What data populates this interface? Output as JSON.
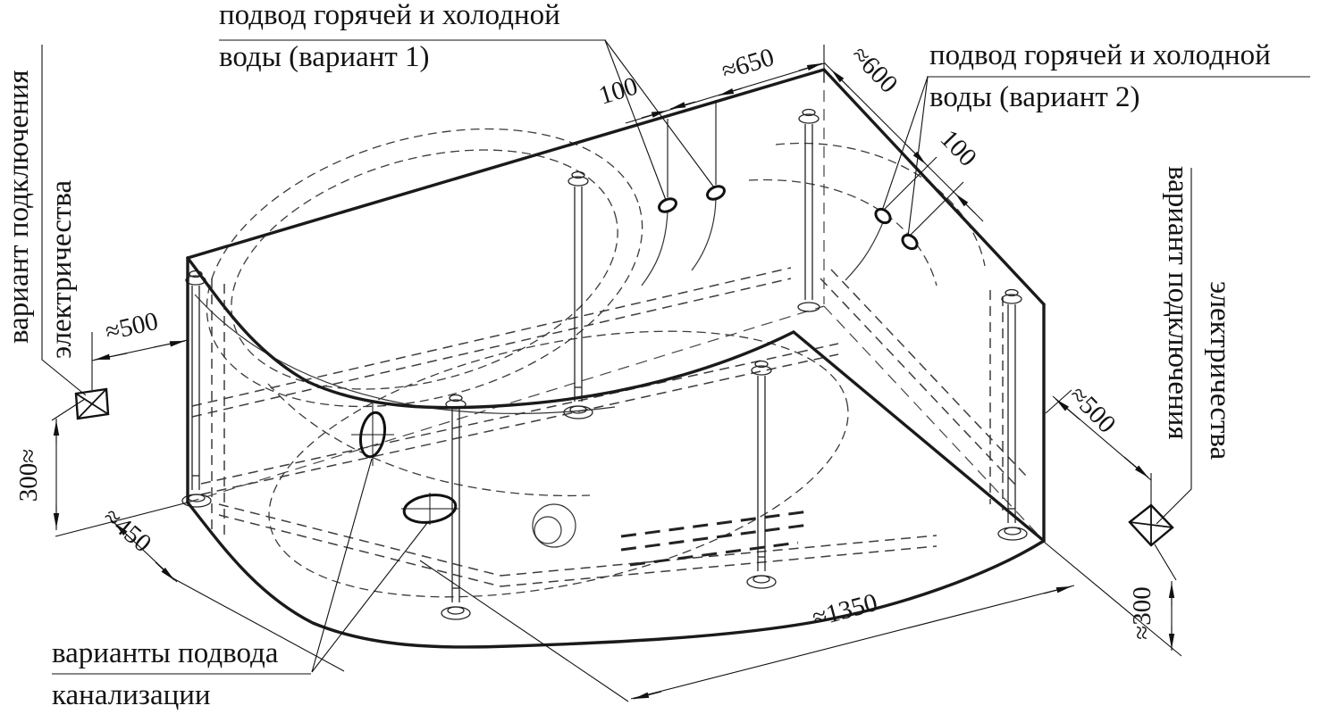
{
  "drawing": {
    "title": "bathtub installation scheme",
    "labels": {
      "water_v1_line1": "подвод горячей и холодной",
      "water_v1_line2": "воды (вариант 1)",
      "water_v2_line1": "подвод горячей и холодной",
      "water_v2_line2": "воды (вариант 2)",
      "electric_left_line1": "вариант подключения",
      "electric_left_line2": "электричества",
      "electric_right_line1": "вариант подключения",
      "electric_right_line2": "электричества",
      "sewer_line1": "варианты подвода",
      "sewer_line2": "канализации"
    },
    "dimensions": {
      "top_width": "≈650",
      "top_holes_gap_v1": "100",
      "right_width": "≈600",
      "right_holes_gap_v2": "100",
      "left_electric_offset": "≈500",
      "left_electric_height": "300≈",
      "left_sewer_offset": "≈450",
      "right_electric_offset": "≈500",
      "right_electric_height": "≈300",
      "front_length": "≈1350"
    },
    "colors": {
      "line": "#1a1a1a",
      "background": "#ffffff"
    }
  }
}
